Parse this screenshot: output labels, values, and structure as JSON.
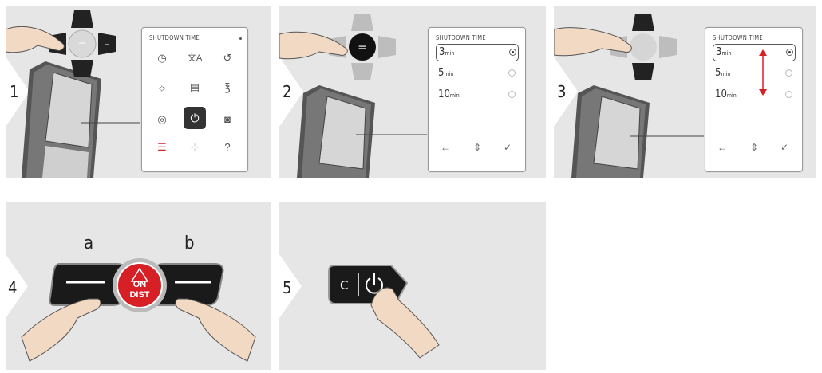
{
  "steps": [
    {
      "number": "1"
    },
    {
      "number": "2"
    },
    {
      "number": "3"
    },
    {
      "number": "4"
    },
    {
      "number": "5"
    }
  ],
  "menu_screen": {
    "title": "SHUTDOWN TIME",
    "icons": [
      "clock-icon",
      "language-icon",
      "rotate-icon",
      "light-bulb-icon",
      "info-icon",
      "units-icon",
      "target-icon",
      "shutdown-timer-icon",
      "camera-icon",
      "menu-icon",
      "move-icon",
      "help-icon"
    ]
  },
  "select_screen": {
    "title": "SHUTDOWN TIME",
    "options": [
      {
        "value": "3",
        "unit": "min"
      },
      {
        "value": "5",
        "unit": "min"
      },
      {
        "value": "10",
        "unit": "min"
      }
    ],
    "back_glyph": "←",
    "scroll_glyph": "⇕",
    "confirm_glyph": "✓"
  },
  "step4": {
    "label_a": "a",
    "label_b": "b",
    "button_top": "ON",
    "button_bottom": "DIST"
  },
  "step5": {
    "key_c": "C"
  },
  "colors": {
    "panel": "#e6e6e6",
    "accent": "#d71f26",
    "arrow": "#d71f26"
  }
}
